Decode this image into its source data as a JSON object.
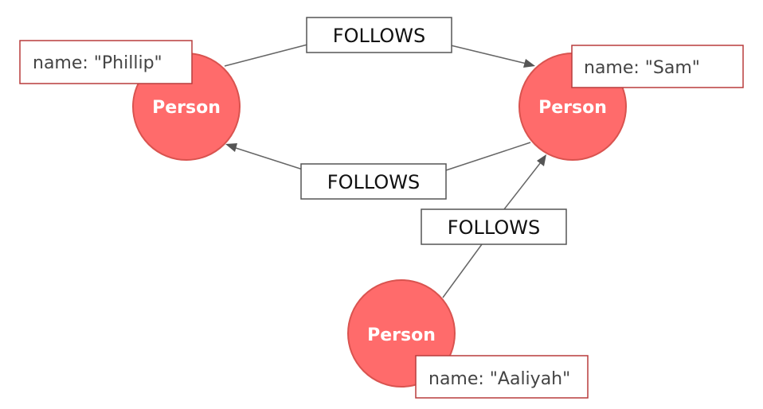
{
  "colors": {
    "node_fill": "#ff6b6b",
    "node_stroke": "#d9534f",
    "property_border": "#b83c3c",
    "relationship_border": "#555555",
    "edge": "#666666"
  },
  "nodes": [
    {
      "id": "phillip",
      "label": "Person",
      "property": "name: \"Phillip\""
    },
    {
      "id": "sam",
      "label": "Person",
      "property": "name: \"Sam\""
    },
    {
      "id": "aaliyah",
      "label": "Person",
      "property": "name: \"Aaliyah\""
    }
  ],
  "relationships": [
    {
      "from": "phillip",
      "to": "sam",
      "type": "FOLLOWS"
    },
    {
      "from": "sam",
      "to": "phillip",
      "type": "FOLLOWS"
    },
    {
      "from": "aaliyah",
      "to": "sam",
      "type": "FOLLOWS"
    }
  ]
}
